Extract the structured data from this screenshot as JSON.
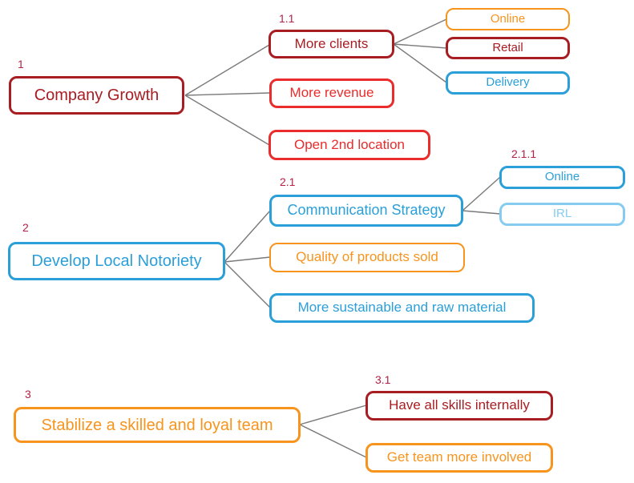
{
  "palette": {
    "dark_red": "#a81d22",
    "red": "#ea2c2c",
    "orange": "#f7941e",
    "blue": "#2b9fd8",
    "light_blue": "#85ccf0",
    "number_label": "#b62045",
    "connector_line": "#7a7a7a",
    "background": "#ffffff"
  },
  "mindmap": {
    "trees": [
      {
        "number": "1",
        "label": "Company Growth",
        "color": "dark_red",
        "children": [
          {
            "number": "1.1",
            "label": "More clients",
            "color": "dark_red",
            "children": [
              {
                "label": "Online",
                "color": "orange"
              },
              {
                "label": "Retail",
                "color": "dark_red"
              },
              {
                "label": "Delivery",
                "color": "blue"
              }
            ]
          },
          {
            "label": "More revenue",
            "color": "red"
          },
          {
            "label": "Open 2nd location",
            "color": "red"
          }
        ]
      },
      {
        "number": "2",
        "label": "Develop Local Notoriety",
        "color": "blue",
        "children": [
          {
            "number": "2.1",
            "label": "Communication Strategy",
            "color": "blue",
            "children": [
              {
                "number": "2.1.1",
                "label": "Online",
                "color": "blue"
              },
              {
                "label": "IRL",
                "color": "light_blue"
              }
            ]
          },
          {
            "label": "Quality of products sold",
            "color": "orange"
          },
          {
            "label": "More sustainable and raw material",
            "color": "blue"
          }
        ]
      },
      {
        "number": "3",
        "label": "Stabilize a skilled and loyal team",
        "color": "orange",
        "children": [
          {
            "number": "3.1",
            "label": "Have all skills internally",
            "color": "dark_red"
          },
          {
            "label": "Get team more involved",
            "color": "orange"
          }
        ]
      }
    ]
  }
}
